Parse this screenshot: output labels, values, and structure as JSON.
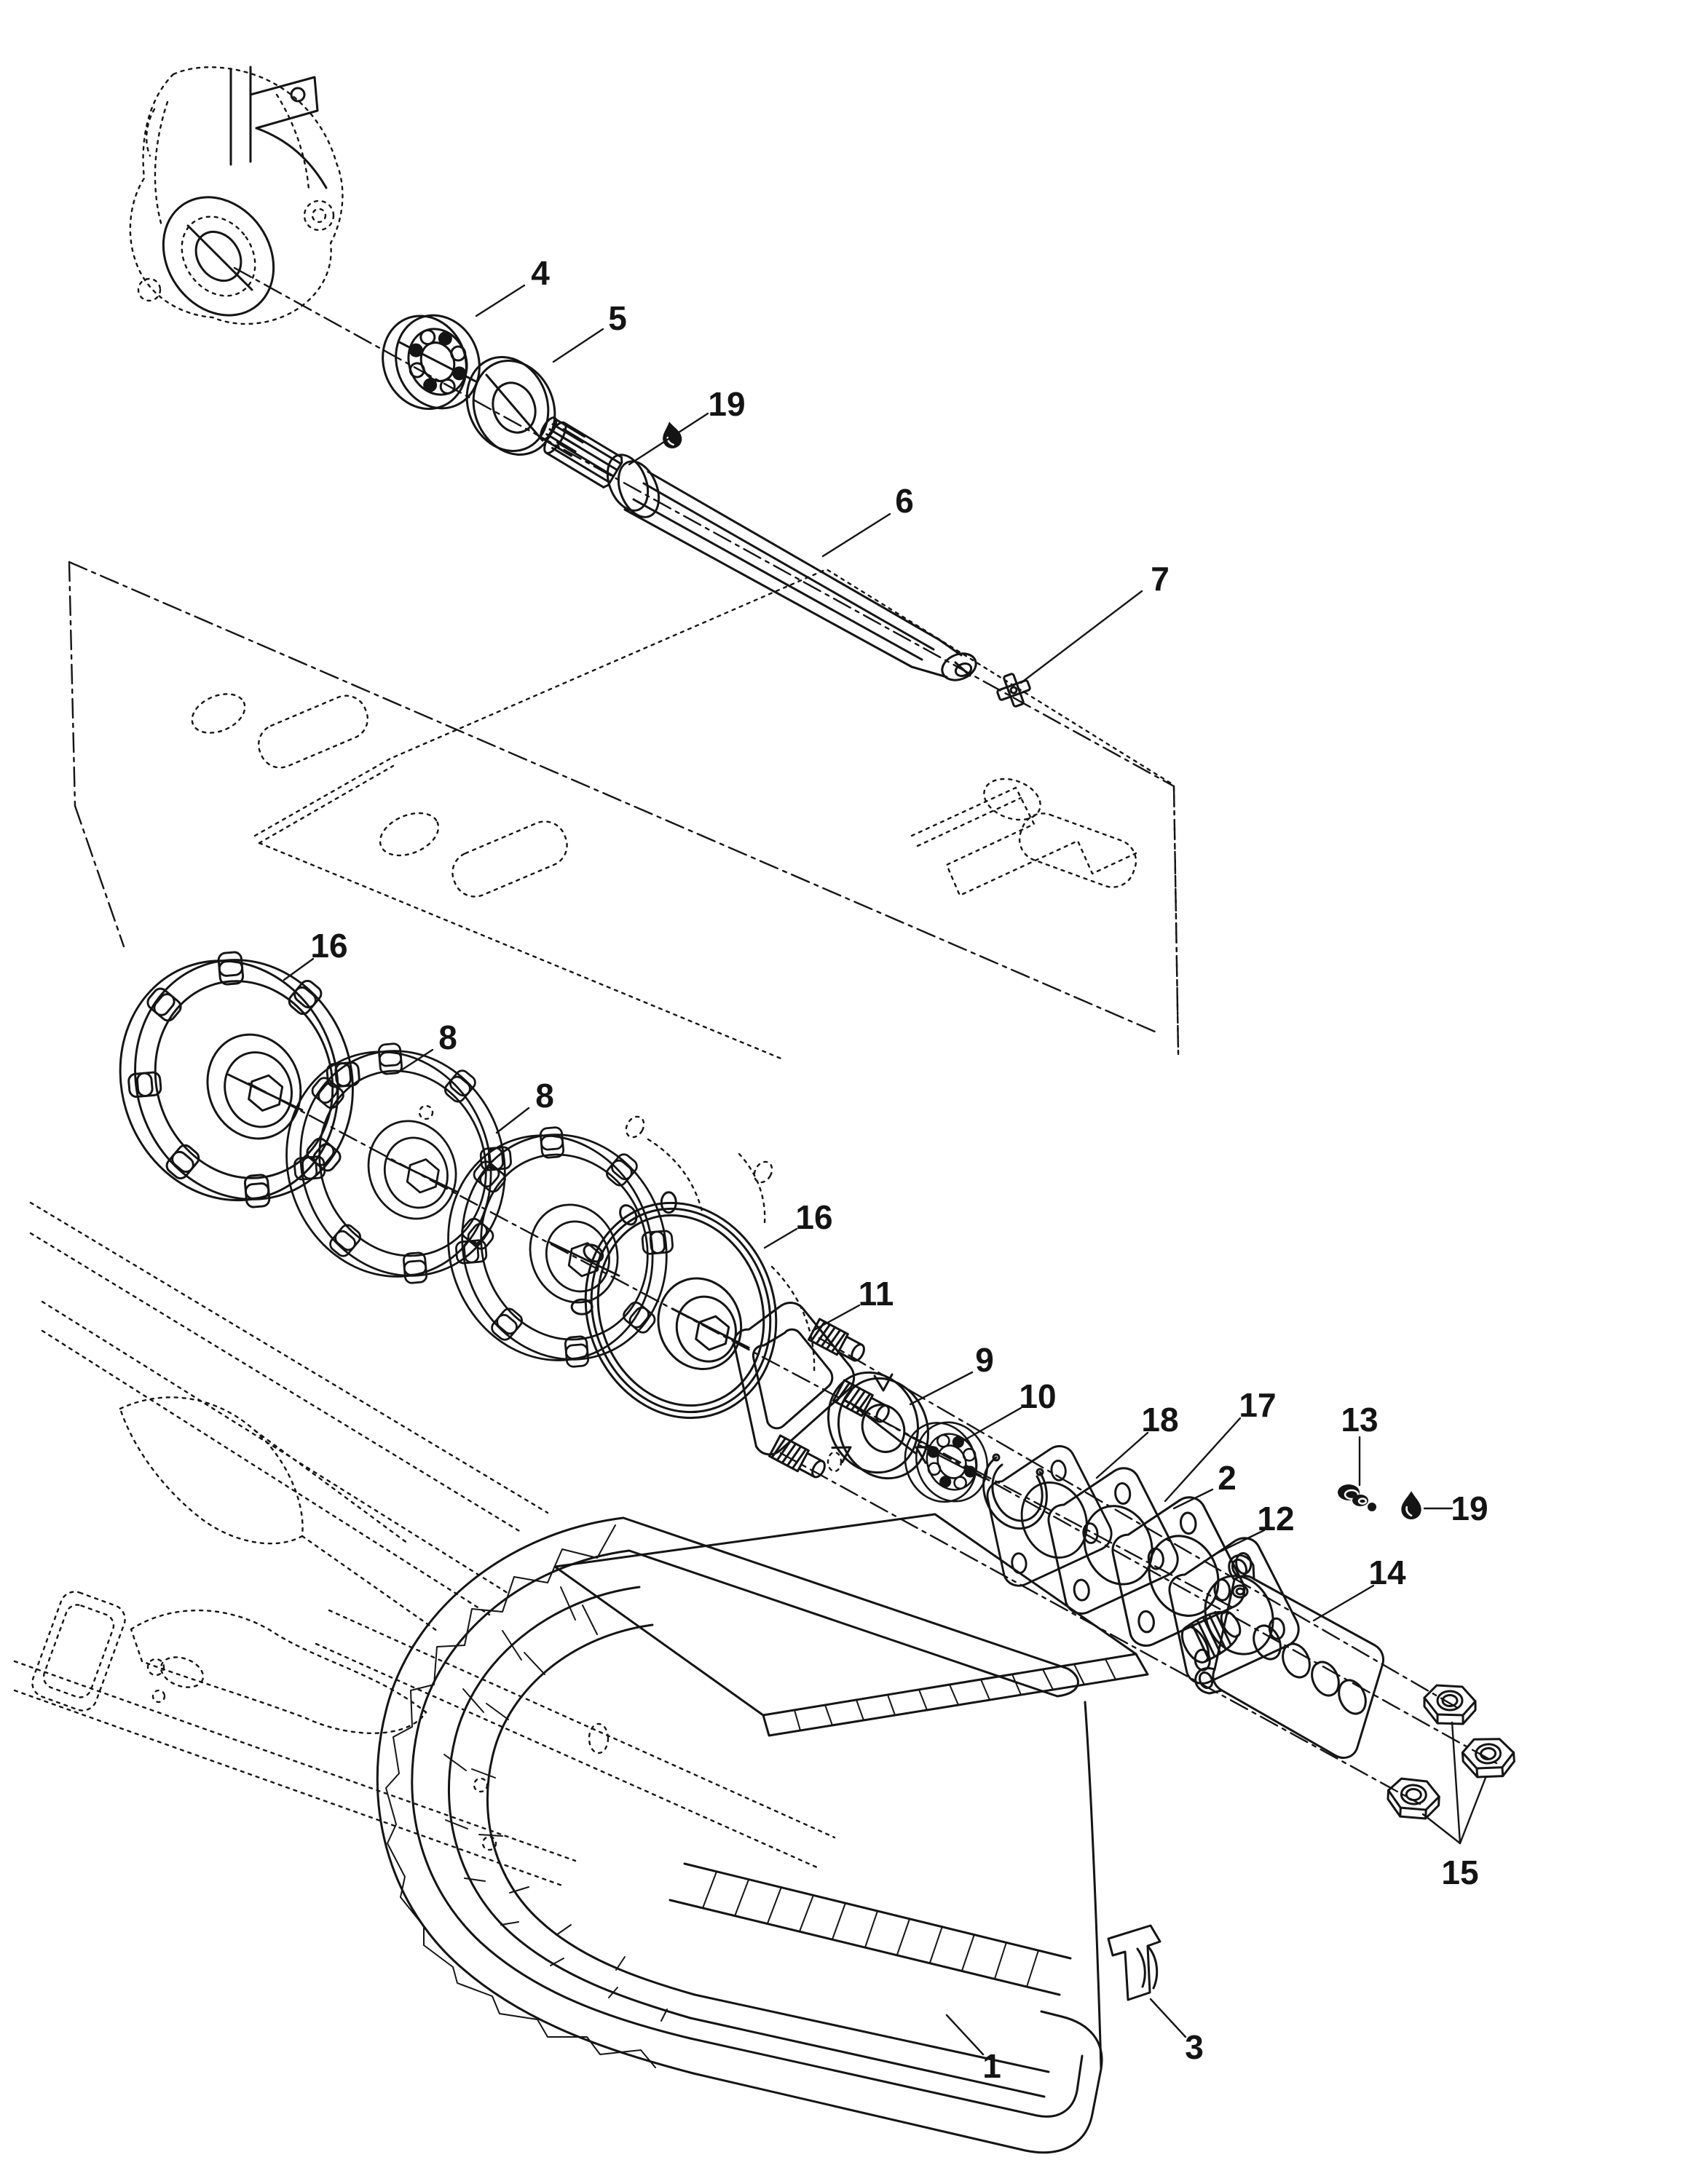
{
  "page": {
    "background": "#ffffff",
    "line_color": "#141414"
  },
  "diagram": {
    "kind": "exploded-parts-diagram",
    "style": "monochrome-line-art"
  },
  "symbols": {
    "droplet": "lubrication-drop-icon",
    "dash_dot_line": "assembly-centerline",
    "dotted_line": "hidden-reference-outline"
  },
  "callouts": [
    {
      "label": "4"
    },
    {
      "label": "5"
    },
    {
      "label": "19"
    },
    {
      "label": "6"
    },
    {
      "label": "7"
    },
    {
      "label": "16"
    },
    {
      "label": "8"
    },
    {
      "label": "8"
    },
    {
      "label": "16"
    },
    {
      "label": "11"
    },
    {
      "label": "9"
    },
    {
      "label": "10"
    },
    {
      "label": "18"
    },
    {
      "label": "17"
    },
    {
      "label": "2"
    },
    {
      "label": "12"
    },
    {
      "label": "13"
    },
    {
      "label": "19"
    },
    {
      "label": "14"
    },
    {
      "label": "15"
    },
    {
      "label": "1"
    },
    {
      "label": "3"
    }
  ]
}
